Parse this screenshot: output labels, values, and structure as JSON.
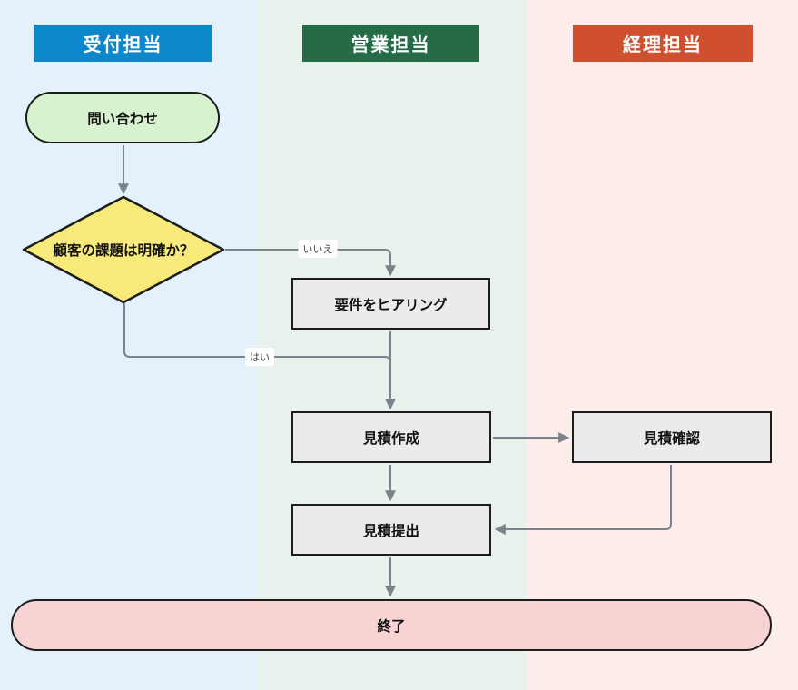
{
  "diagram": {
    "title": "swimlane-flowchart",
    "lanes": [
      {
        "label": "受付担当",
        "header_color": "#0d87cb",
        "bg_color": "#e4f1fa"
      },
      {
        "label": "営業担当",
        "header_color": "#266b48",
        "bg_color": "#e9f1ec"
      },
      {
        "label": "経理担当",
        "header_color": "#d04f2e",
        "bg_color": "#fcedea"
      }
    ],
    "nodes": [
      {
        "id": "start",
        "type": "terminator",
        "label": "問い合わせ",
        "fill": "#d7f2cf",
        "lane": "受付担当"
      },
      {
        "id": "decision",
        "type": "decision",
        "label": "顧客の課題は明確か？",
        "fill": "#f8e97b",
        "lane": "受付担当"
      },
      {
        "id": "hearing",
        "type": "process",
        "label": "要件をヒアリング",
        "fill": "#ebebeb",
        "lane": "営業担当"
      },
      {
        "id": "estimate-create",
        "type": "process",
        "label": "見積作成",
        "fill": "#ebebeb",
        "lane": "営業担当"
      },
      {
        "id": "estimate-confirm",
        "type": "process",
        "label": "見積確認",
        "fill": "#ebebeb",
        "lane": "経理担当"
      },
      {
        "id": "estimate-submit",
        "type": "process",
        "label": "見積提出",
        "fill": "#ebebeb",
        "lane": "営業担当"
      },
      {
        "id": "end",
        "type": "terminator",
        "label": "終了",
        "fill": "#f8d3d4",
        "lane": "all"
      }
    ],
    "edges": [
      {
        "from": "start",
        "to": "decision",
        "label": ""
      },
      {
        "from": "decision",
        "to": "hearing",
        "label": "いいえ"
      },
      {
        "from": "decision",
        "to": "estimate-create",
        "label": "はい"
      },
      {
        "from": "hearing",
        "to": "estimate-create",
        "label": ""
      },
      {
        "from": "estimate-create",
        "to": "estimate-confirm",
        "label": ""
      },
      {
        "from": "estimate-create",
        "to": "estimate-submit",
        "label": ""
      },
      {
        "from": "estimate-confirm",
        "to": "estimate-submit",
        "label": ""
      },
      {
        "from": "estimate-submit",
        "to": "end",
        "label": ""
      }
    ],
    "colors": {
      "connector_line": "#7b838c",
      "node_border": "#1c1c1c",
      "edge_label_bg": "#ffffff"
    }
  }
}
